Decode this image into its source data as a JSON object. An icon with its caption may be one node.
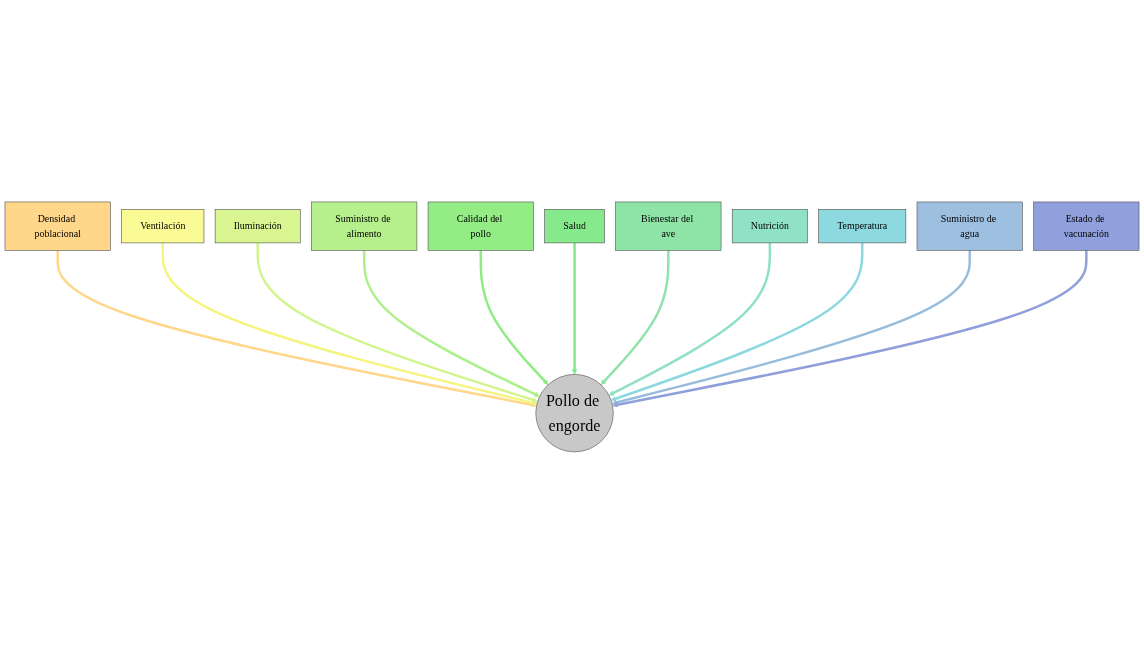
{
  "diagram": {
    "nodes": [
      {
        "text": [
          "Pollo de engorde"
        ]
      },
      {
        "text": [
          "Densidad poblacional"
        ]
      },
      {
        "text": [
          "Ventilación"
        ]
      },
      {
        "text": [
          "Iluminación"
        ]
      },
      {
        "text": [
          "Suministro de alimento"
        ]
      },
      {
        "text": [
          "Calidad del pollo"
        ]
      },
      {
        "text": [
          "Salud"
        ]
      },
      {
        "text": [
          "Bienestar del ave"
        ]
      },
      {
        "text": [
          "Nutrición"
        ]
      },
      {
        "text": [
          "Temperatura"
        ]
      },
      {
        "text": [
          "Suministro de agua"
        ]
      },
      {
        "text": [
          "Estado de vacunación"
        ]
      }
    ],
    "edges": [
      {
        "from": 1,
        "to": 0,
        "arrow": "to",
        "color": "#ffd68a"
      },
      {
        "from": 2,
        "to": 0,
        "arrow": "to",
        "color": "#f3f57e"
      },
      {
        "from": 3,
        "to": 0,
        "arrow": "to",
        "color": "#d2f48c"
      },
      {
        "from": 4,
        "to": 0,
        "arrow": "to",
        "color": "#adf08a"
      },
      {
        "from": 5,
        "to": 0,
        "arrow": "to",
        "color": "#8eec82"
      },
      {
        "from": 6,
        "to": 0,
        "arrow": "to",
        "color": "#84e68e"
      },
      {
        "from": 7,
        "to": 0,
        "arrow": "to",
        "color": "#8ee2aa"
      },
      {
        "from": 8,
        "to": 0,
        "arrow": "to",
        "color": "#8fe0c6"
      },
      {
        "from": 9,
        "to": 0,
        "arrow": "to",
        "color": "#8cd8df"
      },
      {
        "from": 10,
        "to": 0,
        "arrow": "to",
        "color": "#97bcdc"
      },
      {
        "from": 11,
        "to": 0,
        "arrow": "to",
        "color": "#8f9fdb"
      }
    ]
  }
}
